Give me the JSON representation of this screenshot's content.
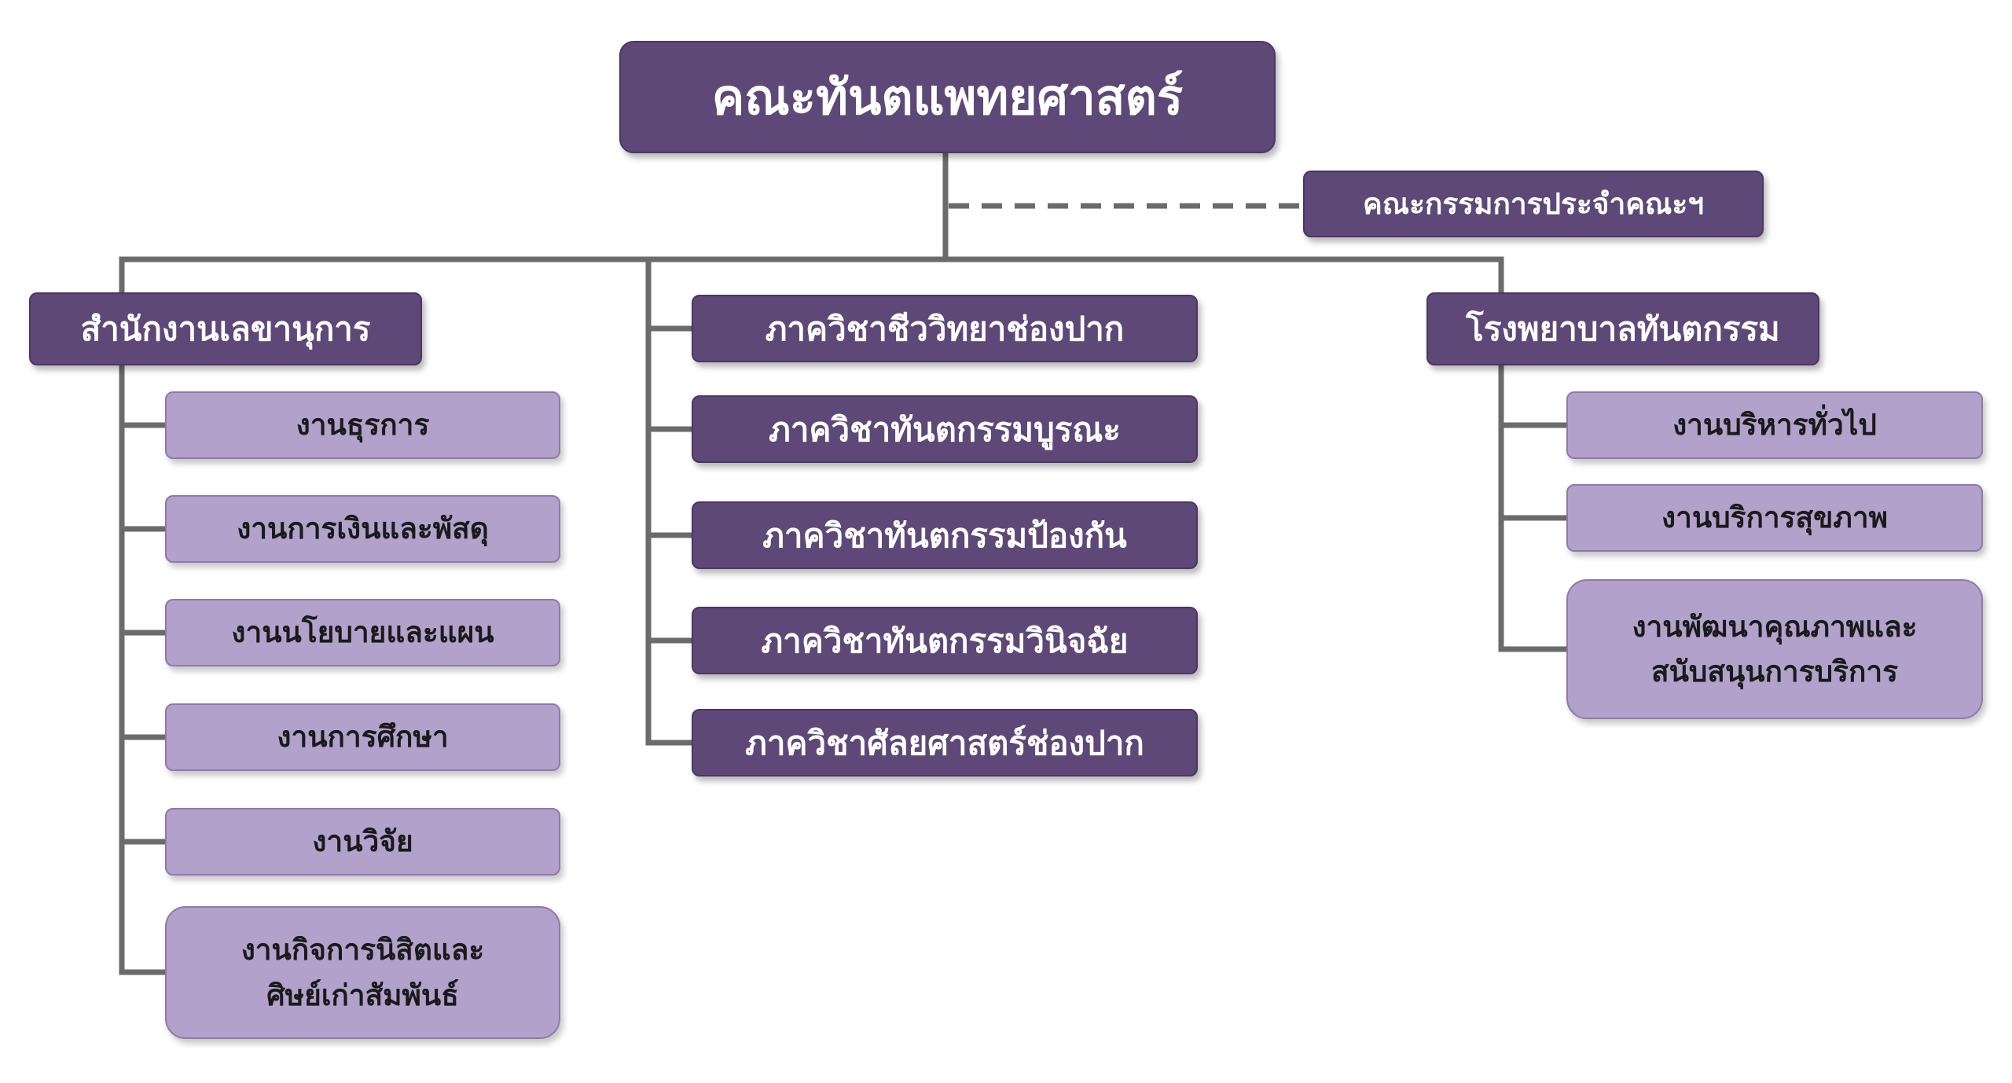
{
  "colors": {
    "dark_box": "#5e4878",
    "light_box": "#b2a1cb",
    "connector": "#6b6b6b"
  },
  "root": {
    "label": "คณะทันตแพทยศาสตร์"
  },
  "committee": {
    "label": "คณะกรรมการประจำคณะฯ"
  },
  "secretariat": {
    "label": "สำนักงานเลขานุการ",
    "units": [
      {
        "lines": [
          "งานธุรการ"
        ]
      },
      {
        "lines": [
          "งานการเงินและพัสดุ"
        ]
      },
      {
        "lines": [
          "งานนโยบายและแผน"
        ]
      },
      {
        "lines": [
          "งานการศึกษา"
        ]
      },
      {
        "lines": [
          "งานวิจัย"
        ]
      },
      {
        "lines": [
          "งานกิจการนิสิตและ",
          "ศิษย์เก่าสัมพันธ์"
        ]
      }
    ]
  },
  "departments": [
    {
      "label": "ภาควิชาชีววิทยาช่องปาก"
    },
    {
      "label": "ภาควิชาทันตกรรมบูรณะ"
    },
    {
      "label": "ภาควิชาทันตกรรมป้องกัน"
    },
    {
      "label": "ภาควิชาทันตกรรมวินิจฉัย"
    },
    {
      "label": "ภาควิชาศัลยศาสตร์ช่องปาก"
    }
  ],
  "hospital": {
    "label": "โรงพยาบาลทันตกรรม",
    "units": [
      {
        "lines": [
          "งานบริหารทั่วไป"
        ]
      },
      {
        "lines": [
          "งานบริการสุขภาพ"
        ]
      },
      {
        "lines": [
          "งานพัฒนาคุณภาพและ",
          "สนับสนุนการบริการ"
        ]
      }
    ]
  }
}
